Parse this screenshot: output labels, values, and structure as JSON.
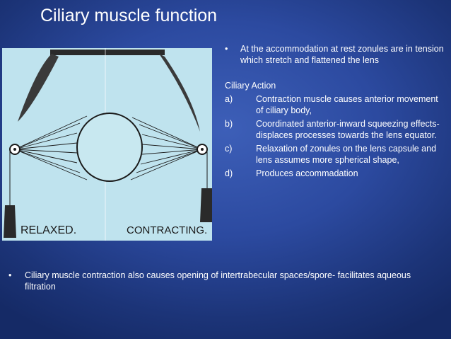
{
  "slide": {
    "title": "Ciliary muscle function",
    "intro_bullet": "At the accommodation at rest zonules are in tension which stretch and flattened the lens",
    "section_label": "Ciliary Action",
    "items": [
      {
        "marker": "a)",
        "text": "Contraction muscle causes anterior movement of ciliary body,"
      },
      {
        "marker": "b)",
        "text": "Coordinated anterior-inward squeezing effects- displaces processes towards the lens equator."
      },
      {
        "marker": "c)",
        "text": "Relaxation of zonules on the lens capsule and lens assumes more spherical shape,"
      },
      {
        "marker": "d)",
        "text": "Produces accommadation"
      }
    ],
    "bottom_bullet": "Ciliary muscle contraction also causes opening of intertrabecular spaces/spore- facilitates aqueous filtration",
    "bullet_glyph": "•"
  },
  "diagram": {
    "left_label": "RELAXED.",
    "right_label": "CONTRACTING."
  },
  "colors": {
    "background": "#2c4aa0",
    "text": "#ffffff",
    "diagram_bg": "#bfe3ee",
    "ink": "#1a1a1a"
  }
}
